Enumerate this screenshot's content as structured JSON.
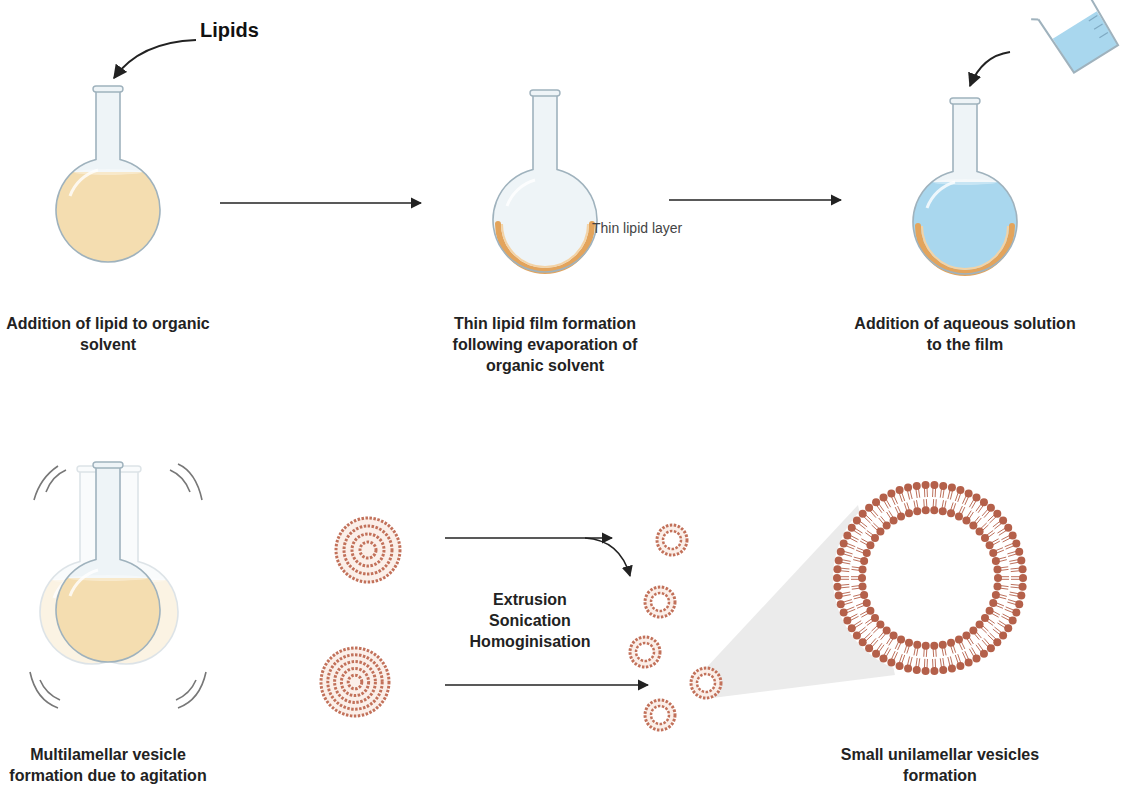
{
  "diagram": {
    "nodes": [
      {
        "text": [
          "Addition of lipid to organic solvent"
        ]
      },
      {
        "text": [
          "Thin lipid film formation following evaporation of organic solvent"
        ]
      },
      {
        "text": [
          "Addition of aqueous solution to the film"
        ]
      },
      {
        "text": [
          "Multilamellar vesicle formation due to agitation"
        ]
      },
      {
        "text": [
          "Small unilamellar vesicles formation"
        ]
      }
    ],
    "edges": [
      {
        "from": 0,
        "to": 1,
        "arrow": "to"
      },
      {
        "from": 1,
        "to": 2,
        "arrow": "to"
      }
    ],
    "labels": [
      "Lipids",
      "Thin lipid layer",
      "Extrusion Sonication Homoginisation"
    ]
  }
}
